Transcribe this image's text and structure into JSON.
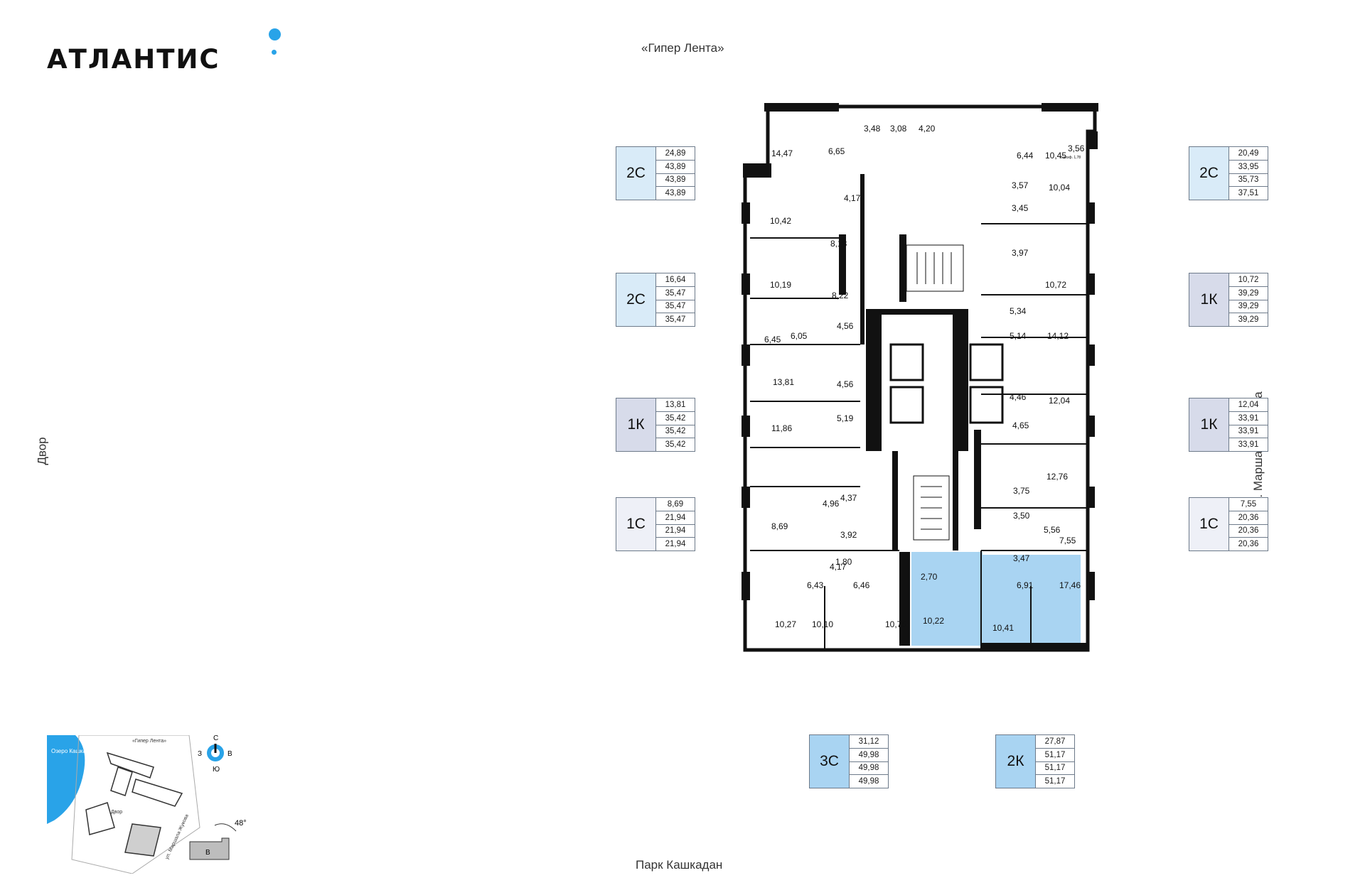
{
  "brand": {
    "name": "АТЛАНТИС",
    "accent_color": "#29a3e8"
  },
  "streets": {
    "top": "«Гипер Лента»",
    "bottom": "Парк Кашкадан",
    "left": "Двор",
    "right": "ул. Маршала Жукова"
  },
  "colors": {
    "type_2c": "#d9ebf8",
    "type_1k": "#d7dbea",
    "type_1c": "#eef0f7",
    "type_3c": "#a9d4f2",
    "type_2k": "#a9d4f2",
    "highlight": "#a9d4f2",
    "wall": "#111111"
  },
  "legend_left": [
    {
      "code": "2С",
      "values": [
        "24,89",
        "43,89",
        "43,89",
        "43,89"
      ]
    },
    {
      "code": "2С",
      "values": [
        "16,64",
        "35,47",
        "35,47",
        "35,47"
      ]
    },
    {
      "code": "1К",
      "values": [
        "13,81",
        "35,42",
        "35,42",
        "35,42"
      ]
    },
    {
      "code": "1С",
      "values": [
        "8,69",
        "21,94",
        "21,94",
        "21,94"
      ]
    }
  ],
  "legend_right": [
    {
      "code": "2С",
      "values": [
        "20,49",
        "33,95",
        "35,73",
        "37,51"
      ]
    },
    {
      "code": "1К",
      "values": [
        "10,72",
        "39,29",
        "39,29",
        "39,29"
      ]
    },
    {
      "code": "1К",
      "values": [
        "12,04",
        "33,91",
        "33,91",
        "33,91"
      ]
    },
    {
      "code": "1С",
      "values": [
        "7,55",
        "20,36",
        "20,36",
        "20,36"
      ]
    }
  ],
  "legend_bottom": [
    {
      "code": "3С",
      "values": [
        "31,12",
        "49,98",
        "49,98",
        "49,98"
      ]
    },
    {
      "code": "2К",
      "values": [
        "27,87",
        "51,17",
        "51,17",
        "51,17"
      ]
    }
  ],
  "rooms": [
    "14,47",
    "6,65",
    "3,48",
    "3,08",
    "4,20",
    "6,44",
    "10,45",
    "3,56",
    "3,57",
    "10,04",
    "4,17",
    "10,42",
    "3,45",
    "8,18",
    "3,97",
    "10,19",
    "10,72",
    "8,22",
    "5,34",
    "6,45",
    "6,05",
    "4,56",
    "5,14",
    "14,12",
    "4,56",
    "13,81",
    "4,46",
    "12,04",
    "5,19",
    "4,65",
    "11,86",
    "12,76",
    "3,75",
    "4,96",
    "4,37",
    "3,50",
    "8,69",
    "5,56",
    "7,55",
    "3,92",
    "3,47",
    "1,80",
    "2,70",
    "6,43",
    "6,46",
    "4,17",
    "6,91",
    "17,46",
    "10,27",
    "10,10",
    "10,75",
    "10,22",
    "10,41"
  ],
  "room_notes": {
    "balcony": "с коэф. 1,78"
  },
  "compass": {
    "n": "С",
    "s": "Ю",
    "w": "З",
    "e": "В"
  },
  "minimap": {
    "lake": "Озеро Кашкадан",
    "mall": "«Гипер Лента»",
    "yard": "Двор",
    "street": "ул. Маршала Жукова",
    "section": "В"
  },
  "angle_label": "48°"
}
